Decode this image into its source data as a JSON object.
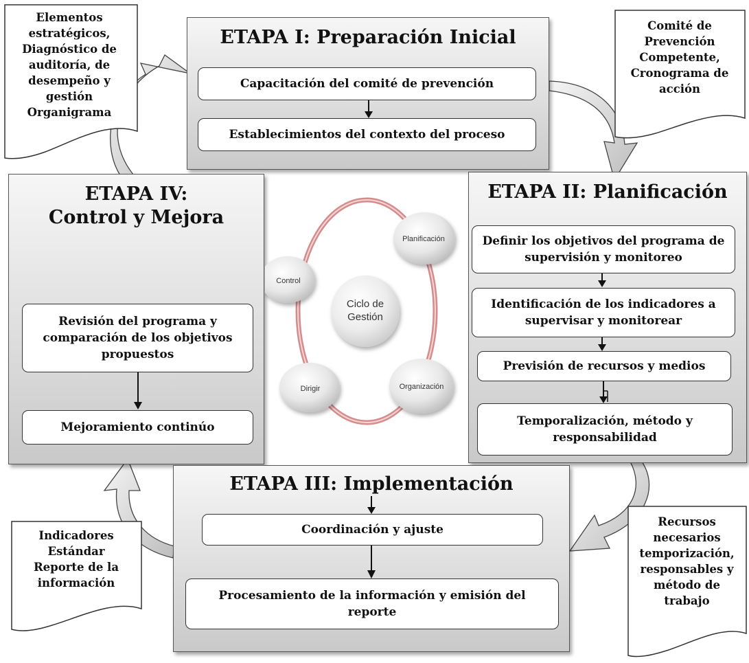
{
  "stages": {
    "stage1": {
      "title": "ETAPA I: Preparación Inicial",
      "steps": [
        "Capacitación del comité de prevención",
        "Establecimientos del contexto del proceso"
      ]
    },
    "stage2": {
      "title": "ETAPA II: Planificación",
      "steps": [
        "Definir los objetivos del programa de supervisión y monitoreo",
        "Identificación de los indicadores a supervisar y monitorear",
        "Previsión de recursos y medios",
        "Temporalización, método y responsabilidad"
      ]
    },
    "stage3": {
      "title": "ETAPA III: Implementación",
      "steps": [
        "Coordinación y ajuste",
        "Procesamiento de la información y emisión del reporte"
      ]
    },
    "stage4": {
      "title_line1": "ETAPA IV:",
      "title_line2": "Control y Mejora",
      "steps": [
        "Revisión del programa y comparación de los objetivos propuestos",
        "Mejoramiento continúo"
      ]
    }
  },
  "documents": {
    "top_left": [
      "Elementos",
      "estratégicos,",
      "Diagnóstico de",
      "auditoría, de",
      "desempeño y",
      "gestión",
      "Organigrama"
    ],
    "top_right": [
      "Comité de",
      "Prevención",
      "Competente,",
      "Cronograma de",
      "acción"
    ],
    "bottom_left": [
      "Indicadores",
      "Estándar",
      "Reporte de la",
      "información"
    ],
    "bottom_right": [
      "Recursos",
      "necesarios",
      "temporización,",
      "responsables y",
      "método de",
      "trabajo"
    ]
  },
  "cycle": {
    "center_line1": "Ciclo de",
    "center_line2": "Gestión",
    "nodes": {
      "planificacion": "Planificación",
      "control": "Control",
      "dirigir": "Dirigir",
      "organizacion": "Organización"
    }
  }
}
